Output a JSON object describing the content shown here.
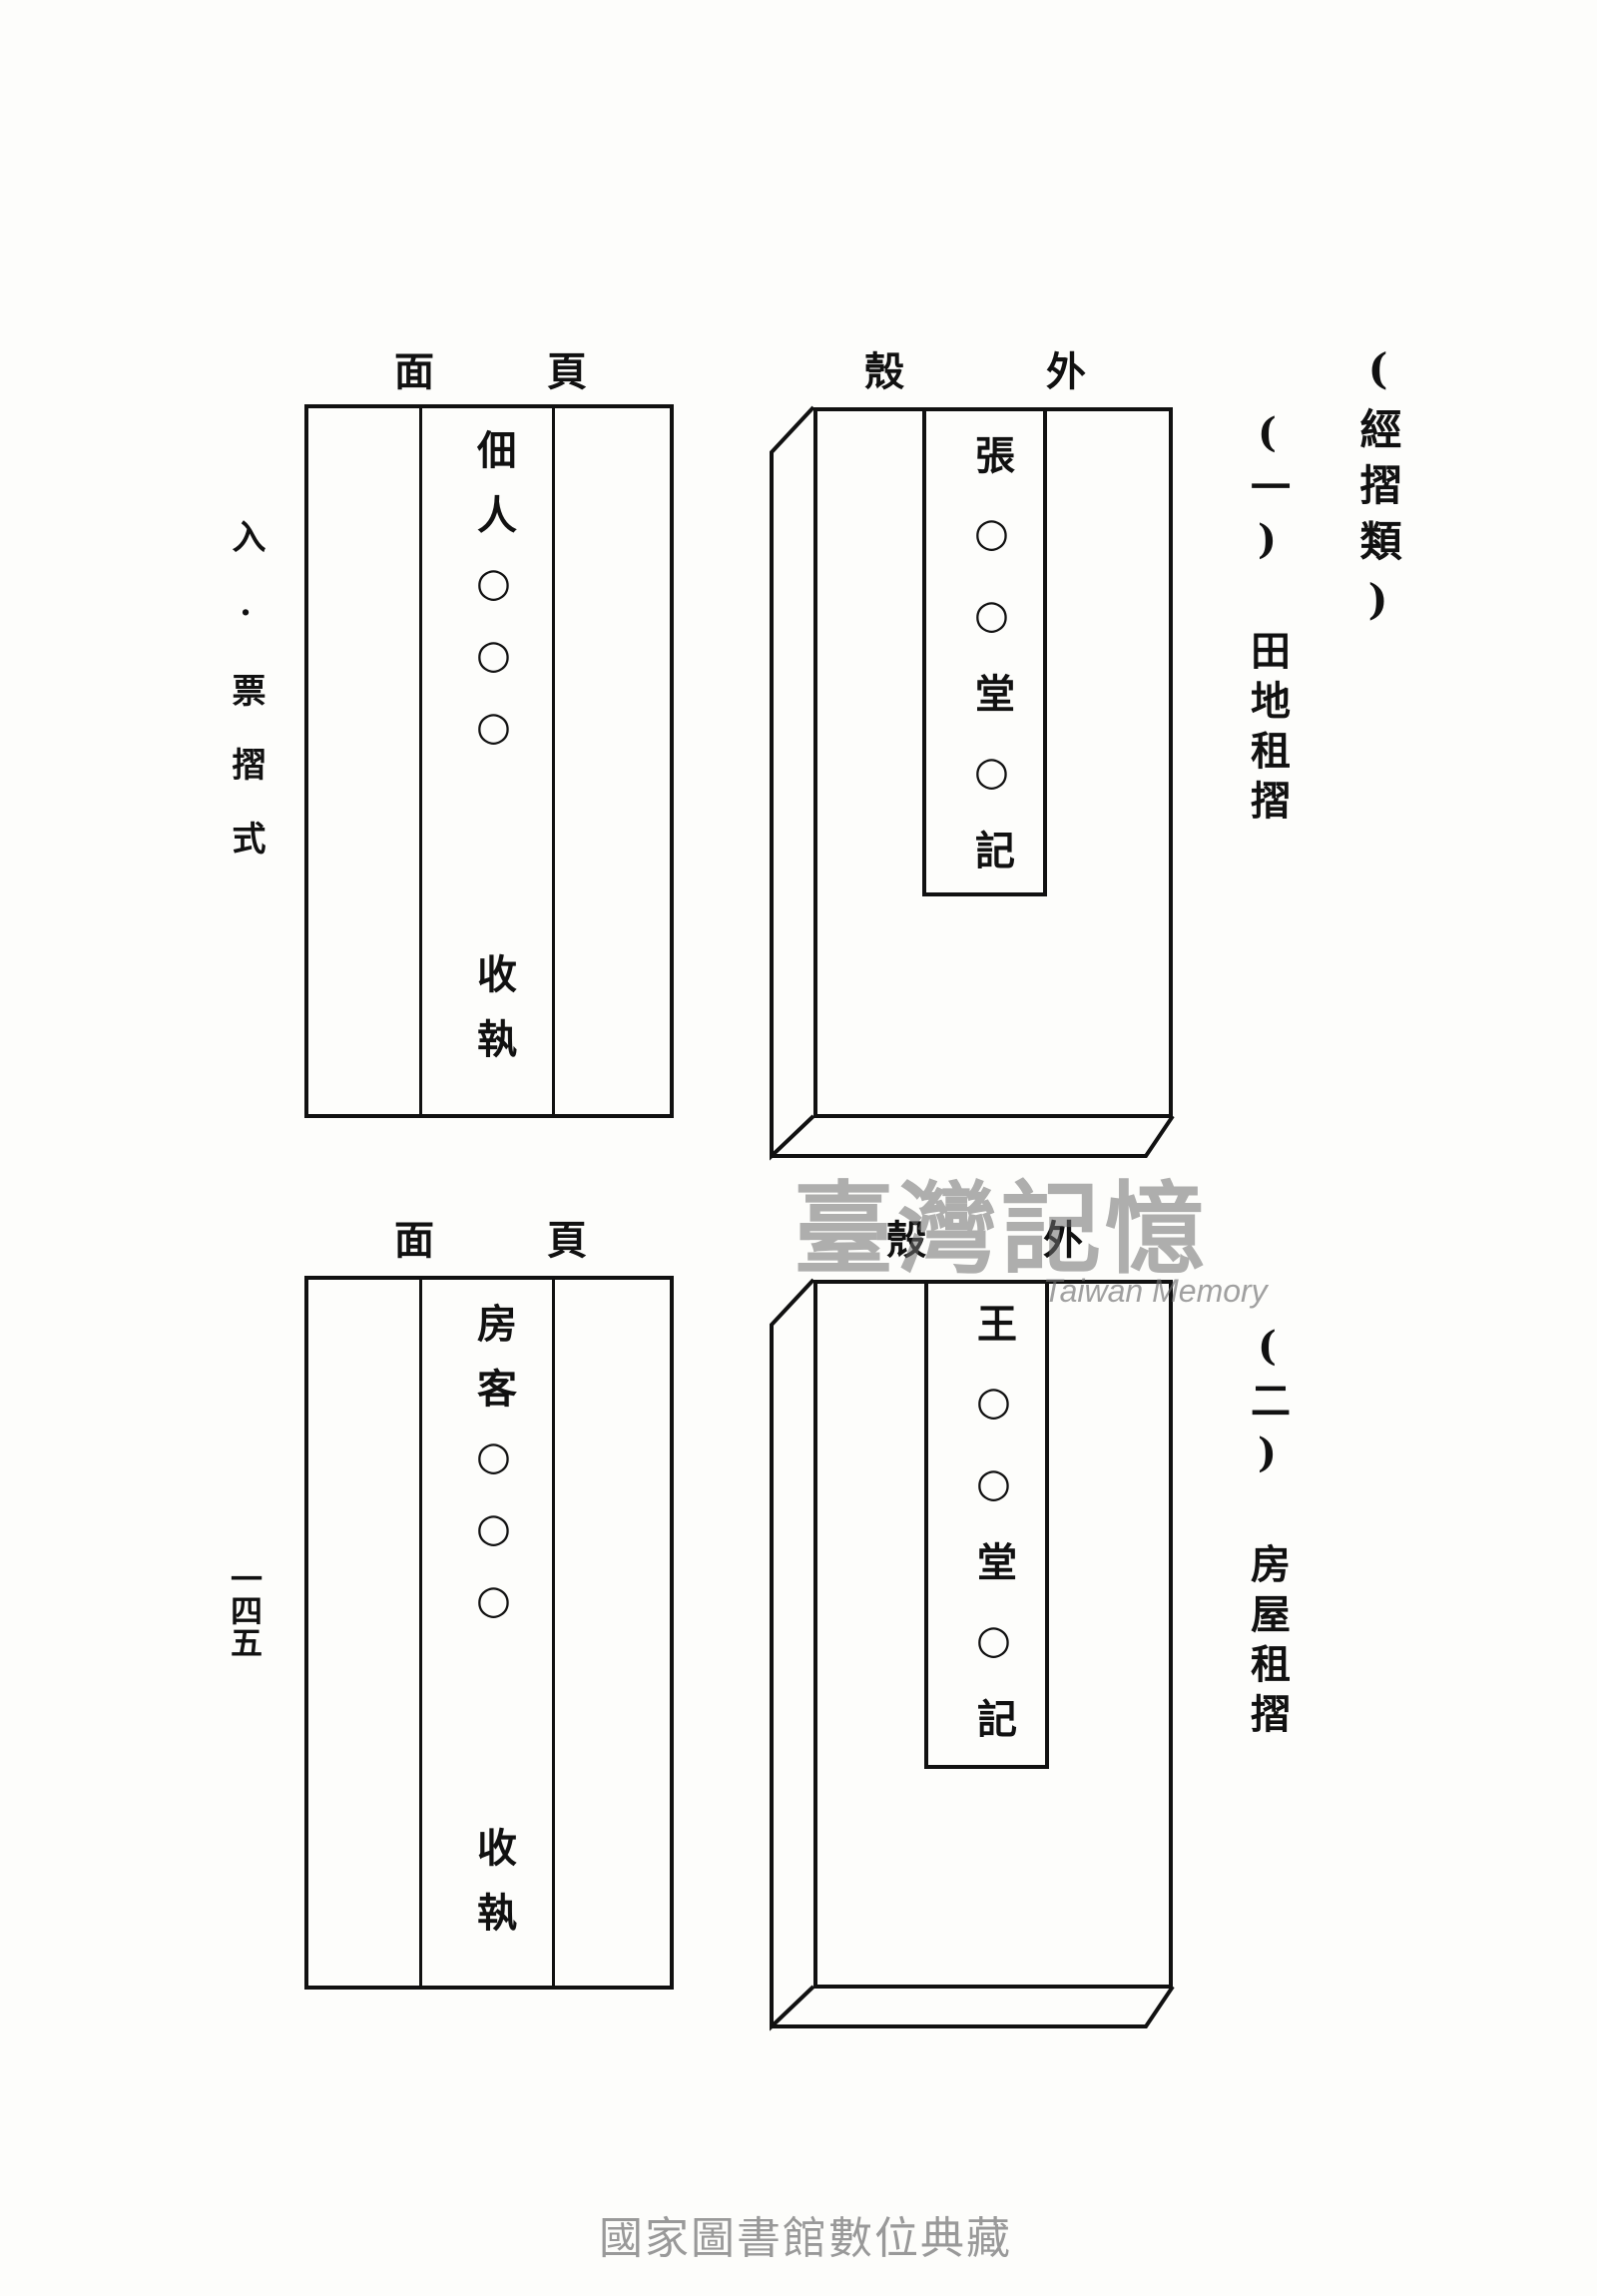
{
  "section_title": "(經摺類)",
  "item1_title": "(一) 田地租摺",
  "item2_title": "(二) 房屋租摺",
  "format_caption": "入·票摺式",
  "page_number": "一四五",
  "diagram1": {
    "cover_header_1": "殼",
    "cover_header_2": "外",
    "cover_label": "張○○堂○記",
    "page_header_1": "面",
    "page_header_2": "頁",
    "page_name": "佃人○○○",
    "page_receipt": "收執"
  },
  "diagram2": {
    "cover_header_1": "殼",
    "cover_header_2": "外",
    "cover_label": "王○○堂○記",
    "page_header_1": "面",
    "page_header_2": "頁",
    "page_name": "房客○○○",
    "page_receipt": "收執"
  },
  "watermark_cn": "臺灣記憶",
  "watermark_en": "Taiwan Memory",
  "footer": "國家圖書館數位典藏"
}
